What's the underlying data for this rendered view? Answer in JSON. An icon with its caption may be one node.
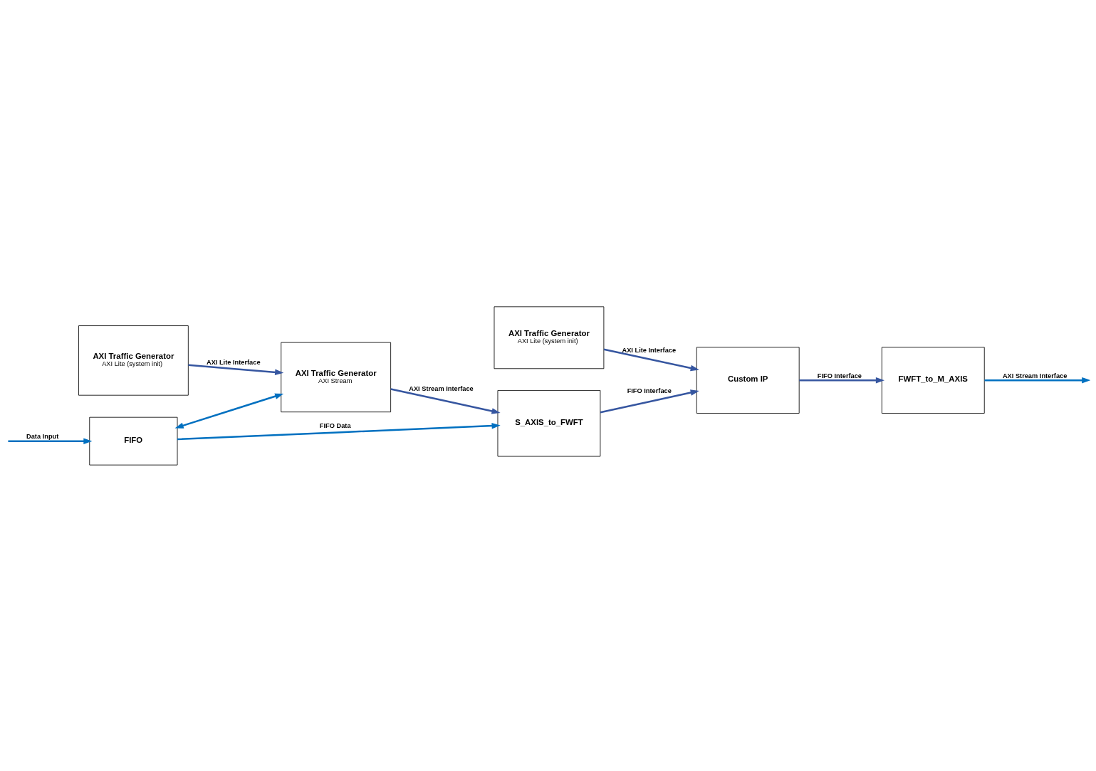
{
  "diagram": {
    "nodes": [
      {
        "text": [
          "FIFO"
        ]
      },
      {
        "text": [
          "AXI Traffic Generator",
          "AXI Lite (system init)"
        ]
      },
      {
        "text": [
          "AXI Traffic Generator",
          "AXI Stream"
        ]
      },
      {
        "text": [
          "S_AXIS_to_FWFT"
        ]
      },
      {
        "text": [
          "AXI Traffic Generator",
          "AXI Lite (system init)"
        ]
      },
      {
        "text": [
          "Custom IP"
        ]
      },
      {
        "text": [
          "FWFT_to_M_AXIS"
        ]
      }
    ],
    "edges": [
      {
        "from": null,
        "to": 0,
        "arrow": "to",
        "label": "Data Input",
        "color": "#0070c0"
      },
      {
        "from": 0,
        "to": 3,
        "arrow": "to",
        "label": "FIFO Data",
        "color": "#0070c0"
      },
      {
        "from": 0,
        "to": 2,
        "arrow": "both",
        "color": "#0070c0"
      },
      {
        "from": 1,
        "to": 2,
        "arrow": "to",
        "label": "AXI Lite Interface"
      },
      {
        "from": 2,
        "to": 3,
        "arrow": "to",
        "label": "AXI Stream Interface"
      },
      {
        "from": 3,
        "to": 5,
        "arrow": "to",
        "label": "FIFO Interface"
      },
      {
        "from": 4,
        "to": 5,
        "arrow": "to",
        "label": "AXI Lite Interface"
      },
      {
        "from": 5,
        "to": 6,
        "arrow": "to",
        "label": "FIFO Interface"
      },
      {
        "from": 6,
        "to": null,
        "arrow": "to",
        "label": "AXI Stream Interface",
        "color": "#0070c0"
      }
    ]
  }
}
